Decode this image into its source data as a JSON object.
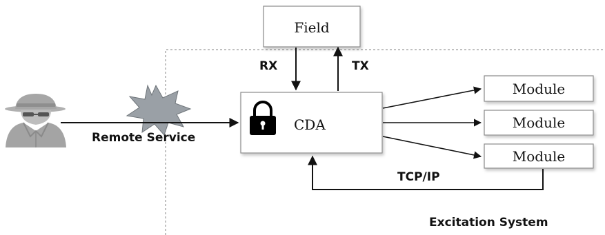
{
  "nodes": {
    "field": {
      "label": "Field"
    },
    "cda": {
      "label": "CDA"
    },
    "modules": [
      {
        "label": "Module"
      },
      {
        "label": "Module"
      },
      {
        "label": "Module"
      }
    ]
  },
  "edges": {
    "rx": "RX",
    "tx": "TX",
    "remote_service": "Remote Service",
    "tcp_ip": "TCP/IP"
  },
  "region": {
    "label": "Excitation System"
  },
  "colors": {
    "box_fill": "#ffffff",
    "box_border": "#8a8a8a",
    "arrow": "#111111",
    "region_border": "#9a9a9a",
    "burst": "#9aa0a6",
    "attacker": "#a8a8a8"
  },
  "icons": [
    "attacker-icon",
    "explosion-burst-icon",
    "lock-icon"
  ]
}
